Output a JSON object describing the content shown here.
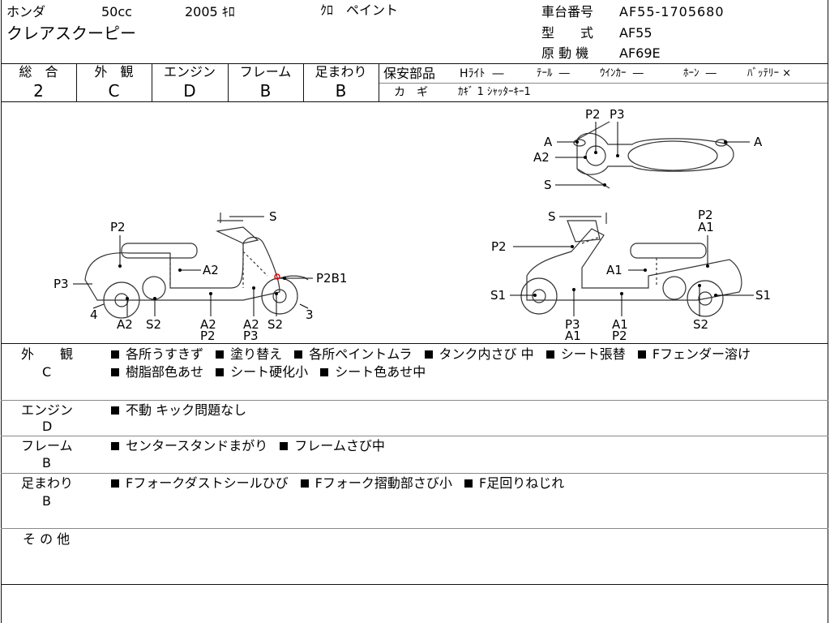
{
  "header": {
    "maker": "ホンダ",
    "displacement": "50cc",
    "year": "2005 ｷﾛ",
    "color": "ｸﾛ　ペイント",
    "model_name": "クレアスクーピー",
    "frame_no_label": "車台番号",
    "frame_no": "AF55-1705680",
    "type_label": "型　　式",
    "type_value": "AF55",
    "engine_label": "原 動 機",
    "engine_value": "AF69E"
  },
  "scores": [
    {
      "label": "総　合",
      "value": "2"
    },
    {
      "label": "外　観",
      "value": "C"
    },
    {
      "label": "エンジン",
      "value": "D"
    },
    {
      "label": "フレーム",
      "value": "B"
    },
    {
      "label": "足まわり",
      "value": "B"
    }
  ],
  "safety": {
    "label": "保安部品",
    "items": [
      {
        "name": "Hﾗｲﾄ",
        "value": "―"
      },
      {
        "name": "ﾃｰﾙ",
        "value": "―"
      },
      {
        "name": "ｳｲﾝｶｰ",
        "value": "―"
      },
      {
        "name": "ﾎｰﾝ",
        "value": "―"
      },
      {
        "name": "ﾊﾞｯﾃﾘｰ",
        "value": "×"
      }
    ],
    "key_label": "カ　ギ",
    "key_value": "ｶｷﾞ 1 ｼｬｯﾀｰｷｰ1"
  },
  "diagram_labels": {
    "left": {
      "s": "S",
      "p2": "P2",
      "a2_seat": "A2",
      "p3": "P3",
      "p2b1": "P2B1",
      "four": "4",
      "three": "3",
      "a2_1": "A2",
      "s2_1": "S2",
      "a2_2": "A2",
      "p2_2": "P2",
      "a2_3": "A2",
      "p3_2": "P3",
      "s2_2": "S2"
    },
    "right": {
      "s": "S",
      "p2_top": "P2",
      "a1_top": "A1",
      "p2": "P2",
      "a1": "A1",
      "s1_l": "S1",
      "s1_r": "S1",
      "p3": "P3",
      "a1_b1": "A1",
      "a1_b2": "A1",
      "p2_b": "P2",
      "s2": "S2"
    },
    "top": {
      "p2": "P2",
      "p3": "P3",
      "a_l": "A",
      "a_r": "A",
      "a2": "A2",
      "s": "S"
    }
  },
  "remarks": [
    {
      "category": "外　　観",
      "grade": "C",
      "lines": [
        [
          "各所うすきず",
          "塗り替え",
          "各所ペイントムラ",
          "タンク内さび 中",
          "シート張替",
          "Fフェンダー溶け"
        ],
        [
          "樹脂部色あせ",
          "シート硬化小",
          "シート色あせ中"
        ]
      ]
    },
    {
      "category": "エンジン",
      "grade": "D",
      "lines": [
        [
          "不動 キック問題なし"
        ]
      ]
    },
    {
      "category": "フレーム",
      "grade": "B",
      "lines": [
        [
          "センタースタンドまがり",
          "フレームさび中"
        ]
      ]
    },
    {
      "category": "足まわり",
      "grade": "B",
      "lines": [
        [
          "Fフォークダストシールひび",
          "Fフォーク摺動部さび小",
          "F足回りねじれ"
        ]
      ]
    },
    {
      "category": "そ の 他",
      "grade": "",
      "lines": []
    }
  ]
}
